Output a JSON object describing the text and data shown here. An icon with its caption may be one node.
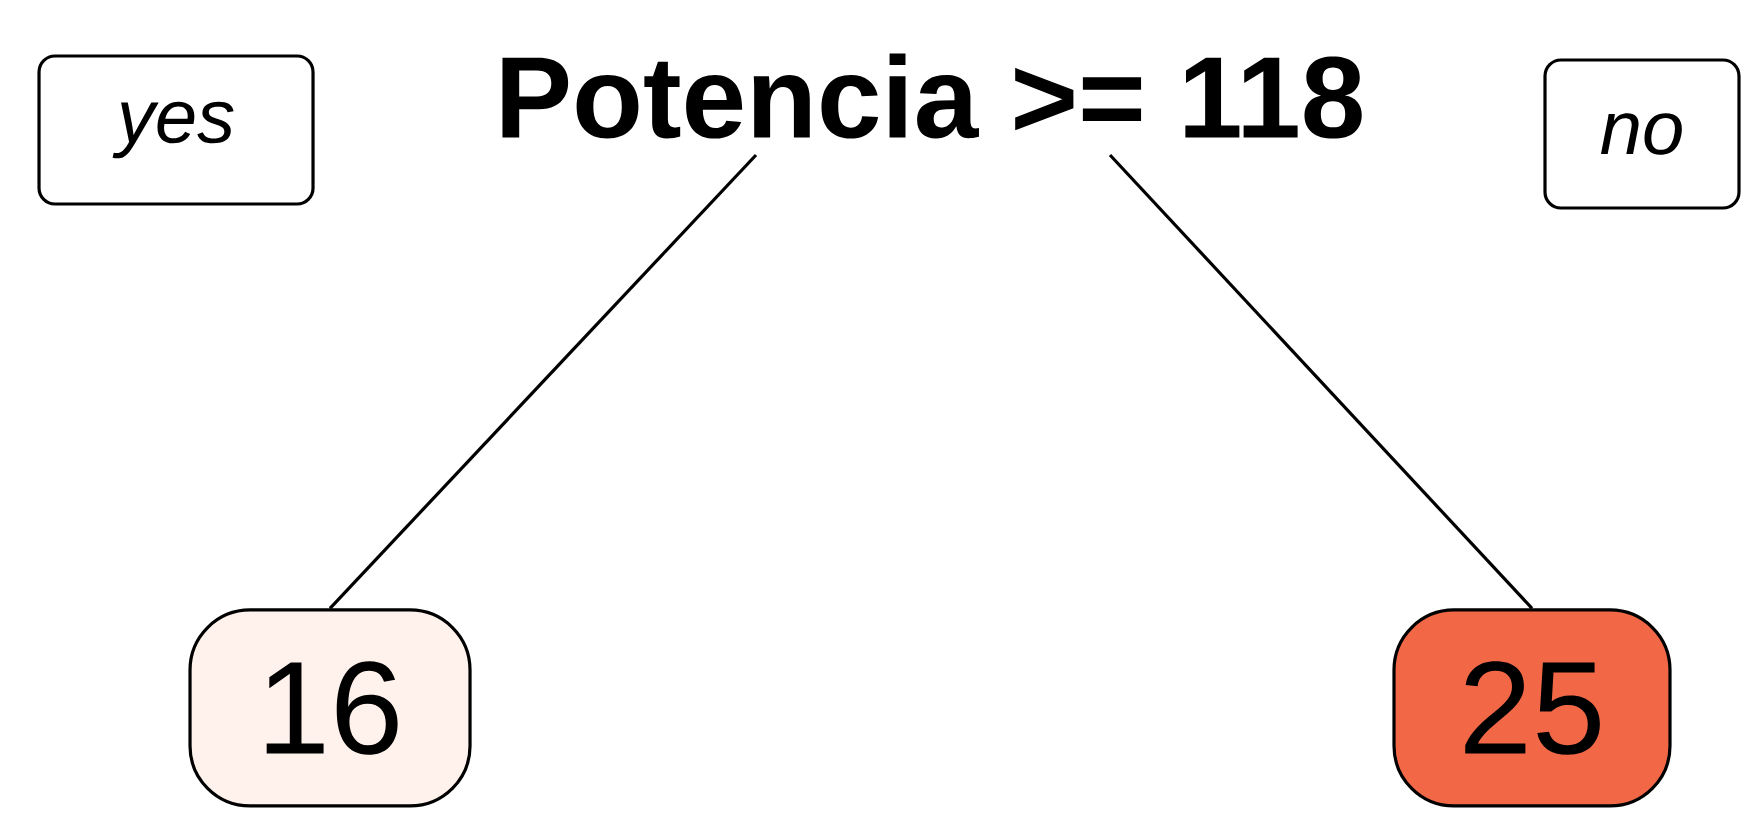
{
  "diagram": {
    "nodes": [
      {
        "text": [
          "yes"
        ]
      },
      {
        "text": [
          "Potencia >= 118"
        ]
      },
      {
        "text": [
          "no"
        ]
      },
      {
        "text": [
          "16"
        ]
      },
      {
        "text": [
          "25"
        ]
      }
    ],
    "edges": [
      {
        "from": 1,
        "to": 3,
        "arrow": "none"
      },
      {
        "from": 1,
        "to": 4,
        "arrow": "none"
      }
    ]
  }
}
